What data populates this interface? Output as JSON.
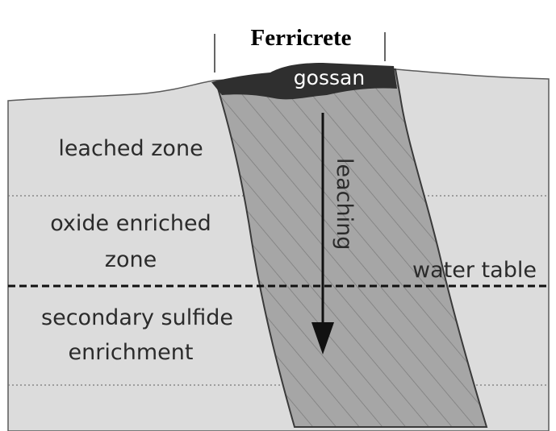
{
  "title": "Ferricrete",
  "labels": {
    "gossan": "gossan",
    "leached_zone": "leached zone",
    "oxide_line1": "oxide enriched",
    "oxide_line2": "zone",
    "water_table": "water table",
    "secondary_line1": "secondary sulfide",
    "secondary_line2": "enrichment",
    "arrow": "leaching"
  },
  "colors": {
    "ground": "#dcdcdc",
    "vein": "#a8a8a8",
    "gossan": "#2f2f2f",
    "outline": "#3a3a3a"
  }
}
